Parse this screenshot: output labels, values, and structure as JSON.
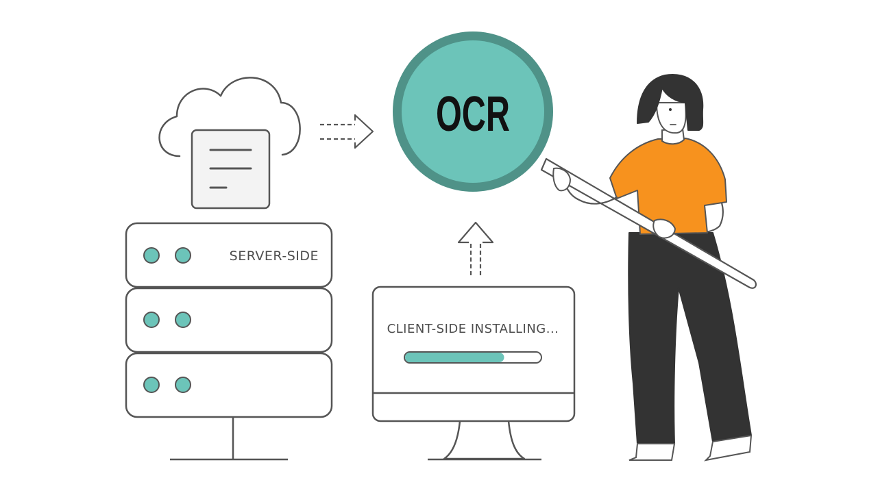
{
  "server": {
    "label": "SERVER-SIDE",
    "rack_units": 3,
    "document_icon": "document-icon",
    "cloud_icon": "cloud-icon"
  },
  "ocr": {
    "label": "OCR",
    "icon": "magnifying-glass-icon"
  },
  "client": {
    "status": "CLIENT-SIDE INSTALLING...",
    "progress": 0.73,
    "icon": "monitor-icon"
  },
  "person": {
    "icon": "person-holding-magnifier-illustration"
  },
  "colors": {
    "teal": "#6cc4b9",
    "teal_dark": "#4f9288",
    "orange": "#f7921e",
    "black": "#333333",
    "outline": "#555555",
    "background": "#ffffff"
  }
}
